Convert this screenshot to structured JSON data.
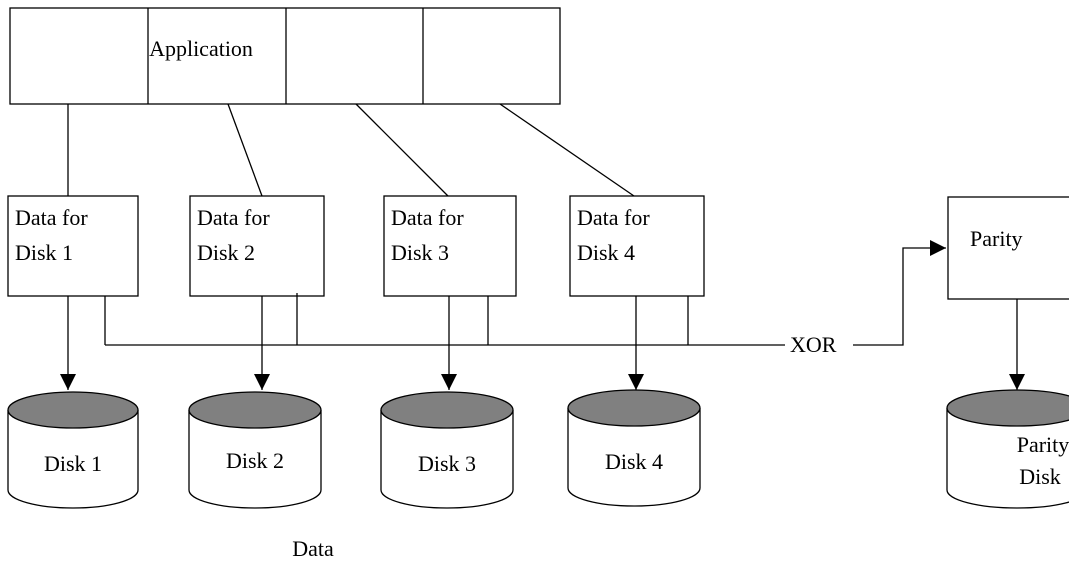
{
  "application": {
    "label": "Application"
  },
  "data_boxes": [
    {
      "line1": "Data for",
      "line2": "Disk 1"
    },
    {
      "line1": "Data for",
      "line2": "Disk 2"
    },
    {
      "line1": "Data for",
      "line2": "Disk 3"
    },
    {
      "line1": "Data for",
      "line2": "Disk 4"
    }
  ],
  "parity_box": {
    "label": "Parity"
  },
  "xor": {
    "label": "XOR"
  },
  "disks": [
    {
      "label": "Disk 1"
    },
    {
      "label": "Disk 2"
    },
    {
      "label": "Disk 3"
    },
    {
      "label": "Disk 4"
    }
  ],
  "parity_disk": {
    "line1": "Parity",
    "line2": "Disk"
  },
  "caption": "Data",
  "colors": {
    "line": "#000000",
    "disk_top": "#808080",
    "background": "#ffffff"
  }
}
